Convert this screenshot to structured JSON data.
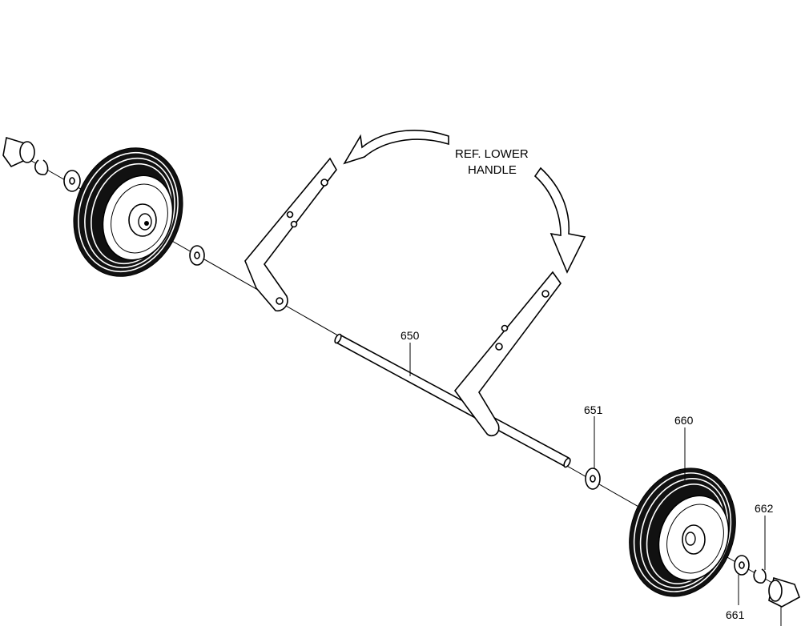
{
  "reference": {
    "line1": "REF. LOWER",
    "line2": "HANDLE"
  },
  "callouts": {
    "axle": "650",
    "washer": "651",
    "wheel": "660",
    "spacer": "661",
    "clip": "662"
  }
}
